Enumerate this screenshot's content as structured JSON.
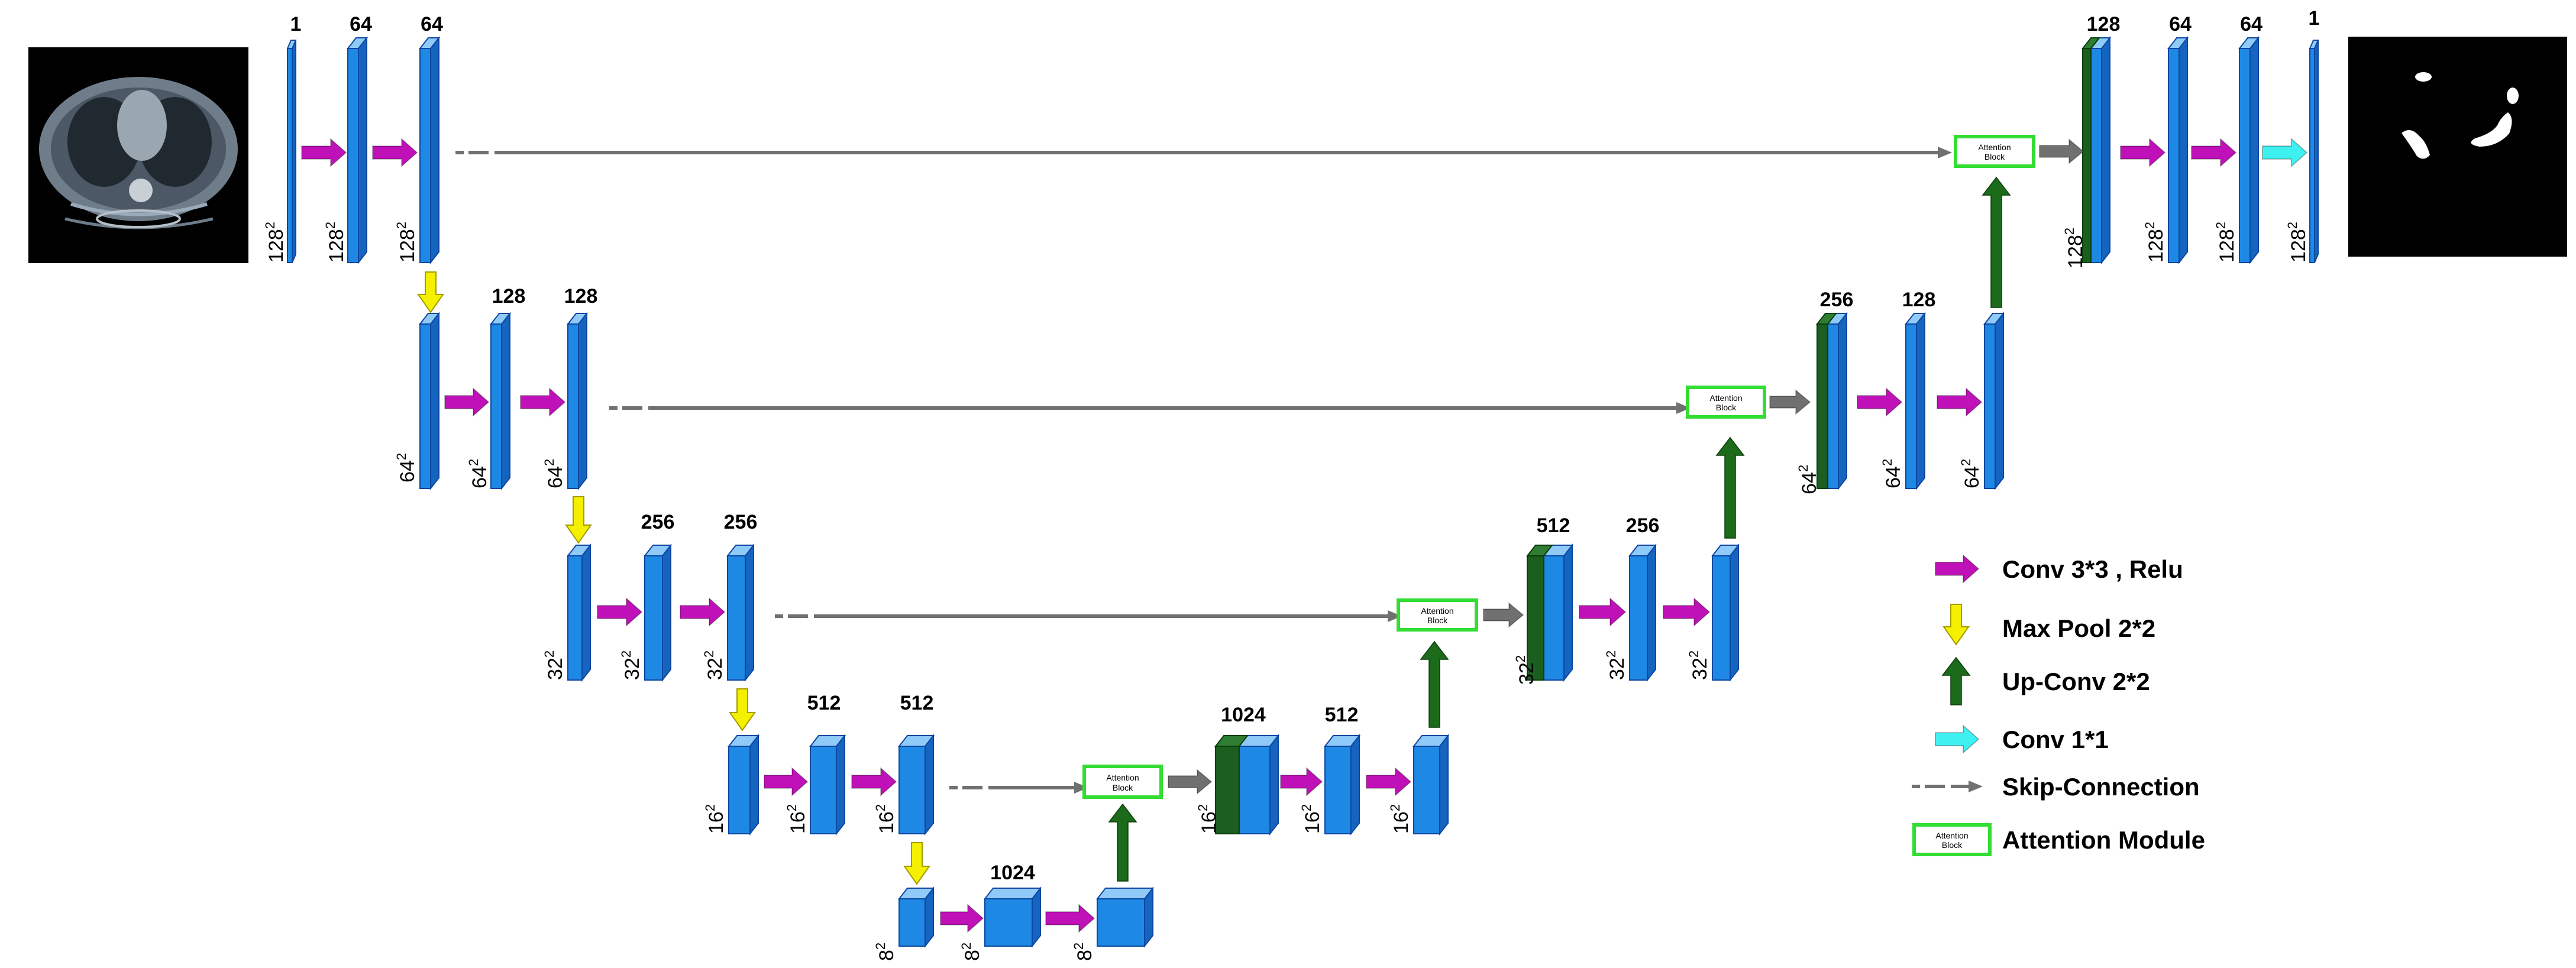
{
  "colors": {
    "block_front": "#1e88e5",
    "block_top": "#90caf9",
    "block_side": "#1565c0",
    "block_edge": "#0d47a1",
    "concat_front": "#1b5e20",
    "conv": "#c010b8",
    "maxpool": "#f4f000",
    "upconv": "#1b6b1b",
    "conv1x1": "#3ef0f0",
    "skip": "#707070",
    "attention_border": "#33dd33"
  },
  "images": {
    "input": {
      "name": "input-ct-scan",
      "kind": "ct-thorax"
    },
    "output": {
      "name": "output-segmentation-mask",
      "kind": "binary-mask"
    }
  },
  "blocks": [
    {
      "id": "enc1a",
      "channels": "1",
      "size": "128",
      "exp": "2"
    },
    {
      "id": "enc1b",
      "channels": "64",
      "size": "128",
      "exp": "2"
    },
    {
      "id": "enc1c",
      "channels": "64",
      "size": "128",
      "exp": "2"
    },
    {
      "id": "enc2a",
      "channels": "",
      "size": "64",
      "exp": "2"
    },
    {
      "id": "enc2b",
      "channels": "128",
      "size": "64",
      "exp": "2"
    },
    {
      "id": "enc2c",
      "channels": "128",
      "size": "64",
      "exp": "2"
    },
    {
      "id": "enc3a",
      "channels": "",
      "size": "32",
      "exp": "2"
    },
    {
      "id": "enc3b",
      "channels": "256",
      "size": "32",
      "exp": "2"
    },
    {
      "id": "enc3c",
      "channels": "256",
      "size": "32",
      "exp": "2"
    },
    {
      "id": "enc4a",
      "channels": "",
      "size": "16",
      "exp": "2"
    },
    {
      "id": "enc4b",
      "channels": "512",
      "size": "16",
      "exp": "2"
    },
    {
      "id": "enc4c",
      "channels": "512",
      "size": "16",
      "exp": "2"
    },
    {
      "id": "bot1",
      "channels": "",
      "size": "8",
      "exp": "2"
    },
    {
      "id": "bot2",
      "channels": "1024",
      "size": "8",
      "exp": "2"
    },
    {
      "id": "bot3",
      "channels": "",
      "size": "8",
      "exp": "2"
    },
    {
      "id": "dec4a",
      "channels": "1024",
      "size": "16",
      "exp": "2"
    },
    {
      "id": "dec4b",
      "channels": "512",
      "size": "16",
      "exp": "2"
    },
    {
      "id": "dec4c",
      "channels": "",
      "size": "16",
      "exp": "2"
    },
    {
      "id": "dec3a",
      "channels": "512",
      "size": "32",
      "exp": "2"
    },
    {
      "id": "dec3b",
      "channels": "256",
      "size": "32",
      "exp": "2"
    },
    {
      "id": "dec3c",
      "channels": "",
      "size": "32",
      "exp": "2"
    },
    {
      "id": "dec2a",
      "channels": "256",
      "size": "64",
      "exp": "2"
    },
    {
      "id": "dec2b",
      "channels": "128",
      "size": "64",
      "exp": "2"
    },
    {
      "id": "dec2c",
      "channels": "",
      "size": "64",
      "exp": "2"
    },
    {
      "id": "dec1a",
      "channels": "128",
      "size": "128",
      "exp": "2"
    },
    {
      "id": "dec1b",
      "channels": "64",
      "size": "128",
      "exp": "2"
    },
    {
      "id": "dec1c",
      "channels": "64",
      "size": "128",
      "exp": "2"
    },
    {
      "id": "dec1d",
      "channels": "1",
      "size": "128",
      "exp": "2"
    }
  ],
  "attention_block": {
    "line1": "Attention",
    "line2": "Block"
  },
  "legend": [
    {
      "key": "conv",
      "label": "Conv 3*3 , Relu"
    },
    {
      "key": "maxpool",
      "label": "Max Pool 2*2"
    },
    {
      "key": "upconv",
      "label": "Up-Conv 2*2"
    },
    {
      "key": "conv1x1",
      "label": "Conv 1*1"
    },
    {
      "key": "skip",
      "label": "Skip-Connection"
    },
    {
      "key": "attention",
      "label": "Attention Module"
    }
  ]
}
